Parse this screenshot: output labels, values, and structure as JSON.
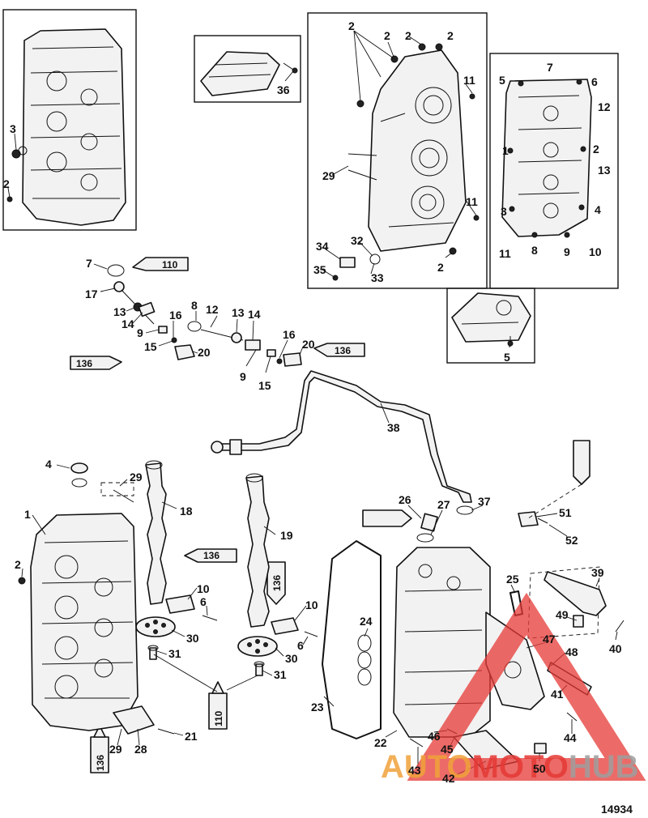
{
  "diagram_number": "14934",
  "watermark": {
    "text_a": "AUTO",
    "text_b": "MOTO",
    "text_c": "HUB",
    "color_a": "#f0a23a",
    "color_b": "#e53935",
    "color_c": "#9e9e9e",
    "logo_color": "#e53935"
  },
  "tube_labels": [
    "110",
    "136",
    "136",
    "136",
    "136",
    "110",
    "136"
  ],
  "callouts": {
    "c1": "3",
    "c2": "2",
    "c3": "36",
    "c4": "2",
    "c5": "2",
    "c6": "2",
    "c7": "2",
    "c8": "11",
    "c9": "29",
    "c10": "11",
    "c11": "34",
    "c12": "32",
    "c13": "35",
    "c14": "33",
    "c15": "2",
    "c16": "5",
    "c17": "7",
    "c18": "6",
    "c19": "12",
    "c20": "1",
    "c21": "2",
    "c22": "13",
    "c23": "3",
    "c24": "4",
    "c25": "11",
    "c26": "8",
    "c27": "9",
    "c28": "10",
    "c29": "5",
    "c30": "7",
    "c31": "17",
    "c32": "13",
    "c33": "14",
    "c34": "9",
    "c35": "15",
    "c36": "16",
    "c37": "20",
    "c38": "8",
    "c39": "12",
    "c40": "13",
    "c41": "14",
    "c42": "16",
    "c43": "9",
    "c44": "15",
    "c45": "20",
    "c46": "38",
    "c47": "4",
    "c48": "29",
    "c49": "18",
    "c50": "1",
    "c51": "2",
    "c52": "19",
    "c53": "10",
    "c54": "6",
    "c55": "30",
    "c56": "31",
    "c57": "31",
    "c58": "10",
    "c59": "6",
    "c60": "30",
    "c61": "21",
    "c62": "29",
    "c63": "28",
    "c64": "26",
    "c65": "27",
    "c66": "37",
    "c67": "51",
    "c68": "52",
    "c69": "24",
    "c70": "25",
    "c71": "39",
    "c72": "49",
    "c73": "40",
    "c74": "47",
    "c75": "48",
    "c76": "41",
    "c77": "44",
    "c78": "23",
    "c79": "22",
    "c80": "46",
    "c81": "45",
    "c82": "43",
    "c83": "42",
    "c84": "50"
  }
}
